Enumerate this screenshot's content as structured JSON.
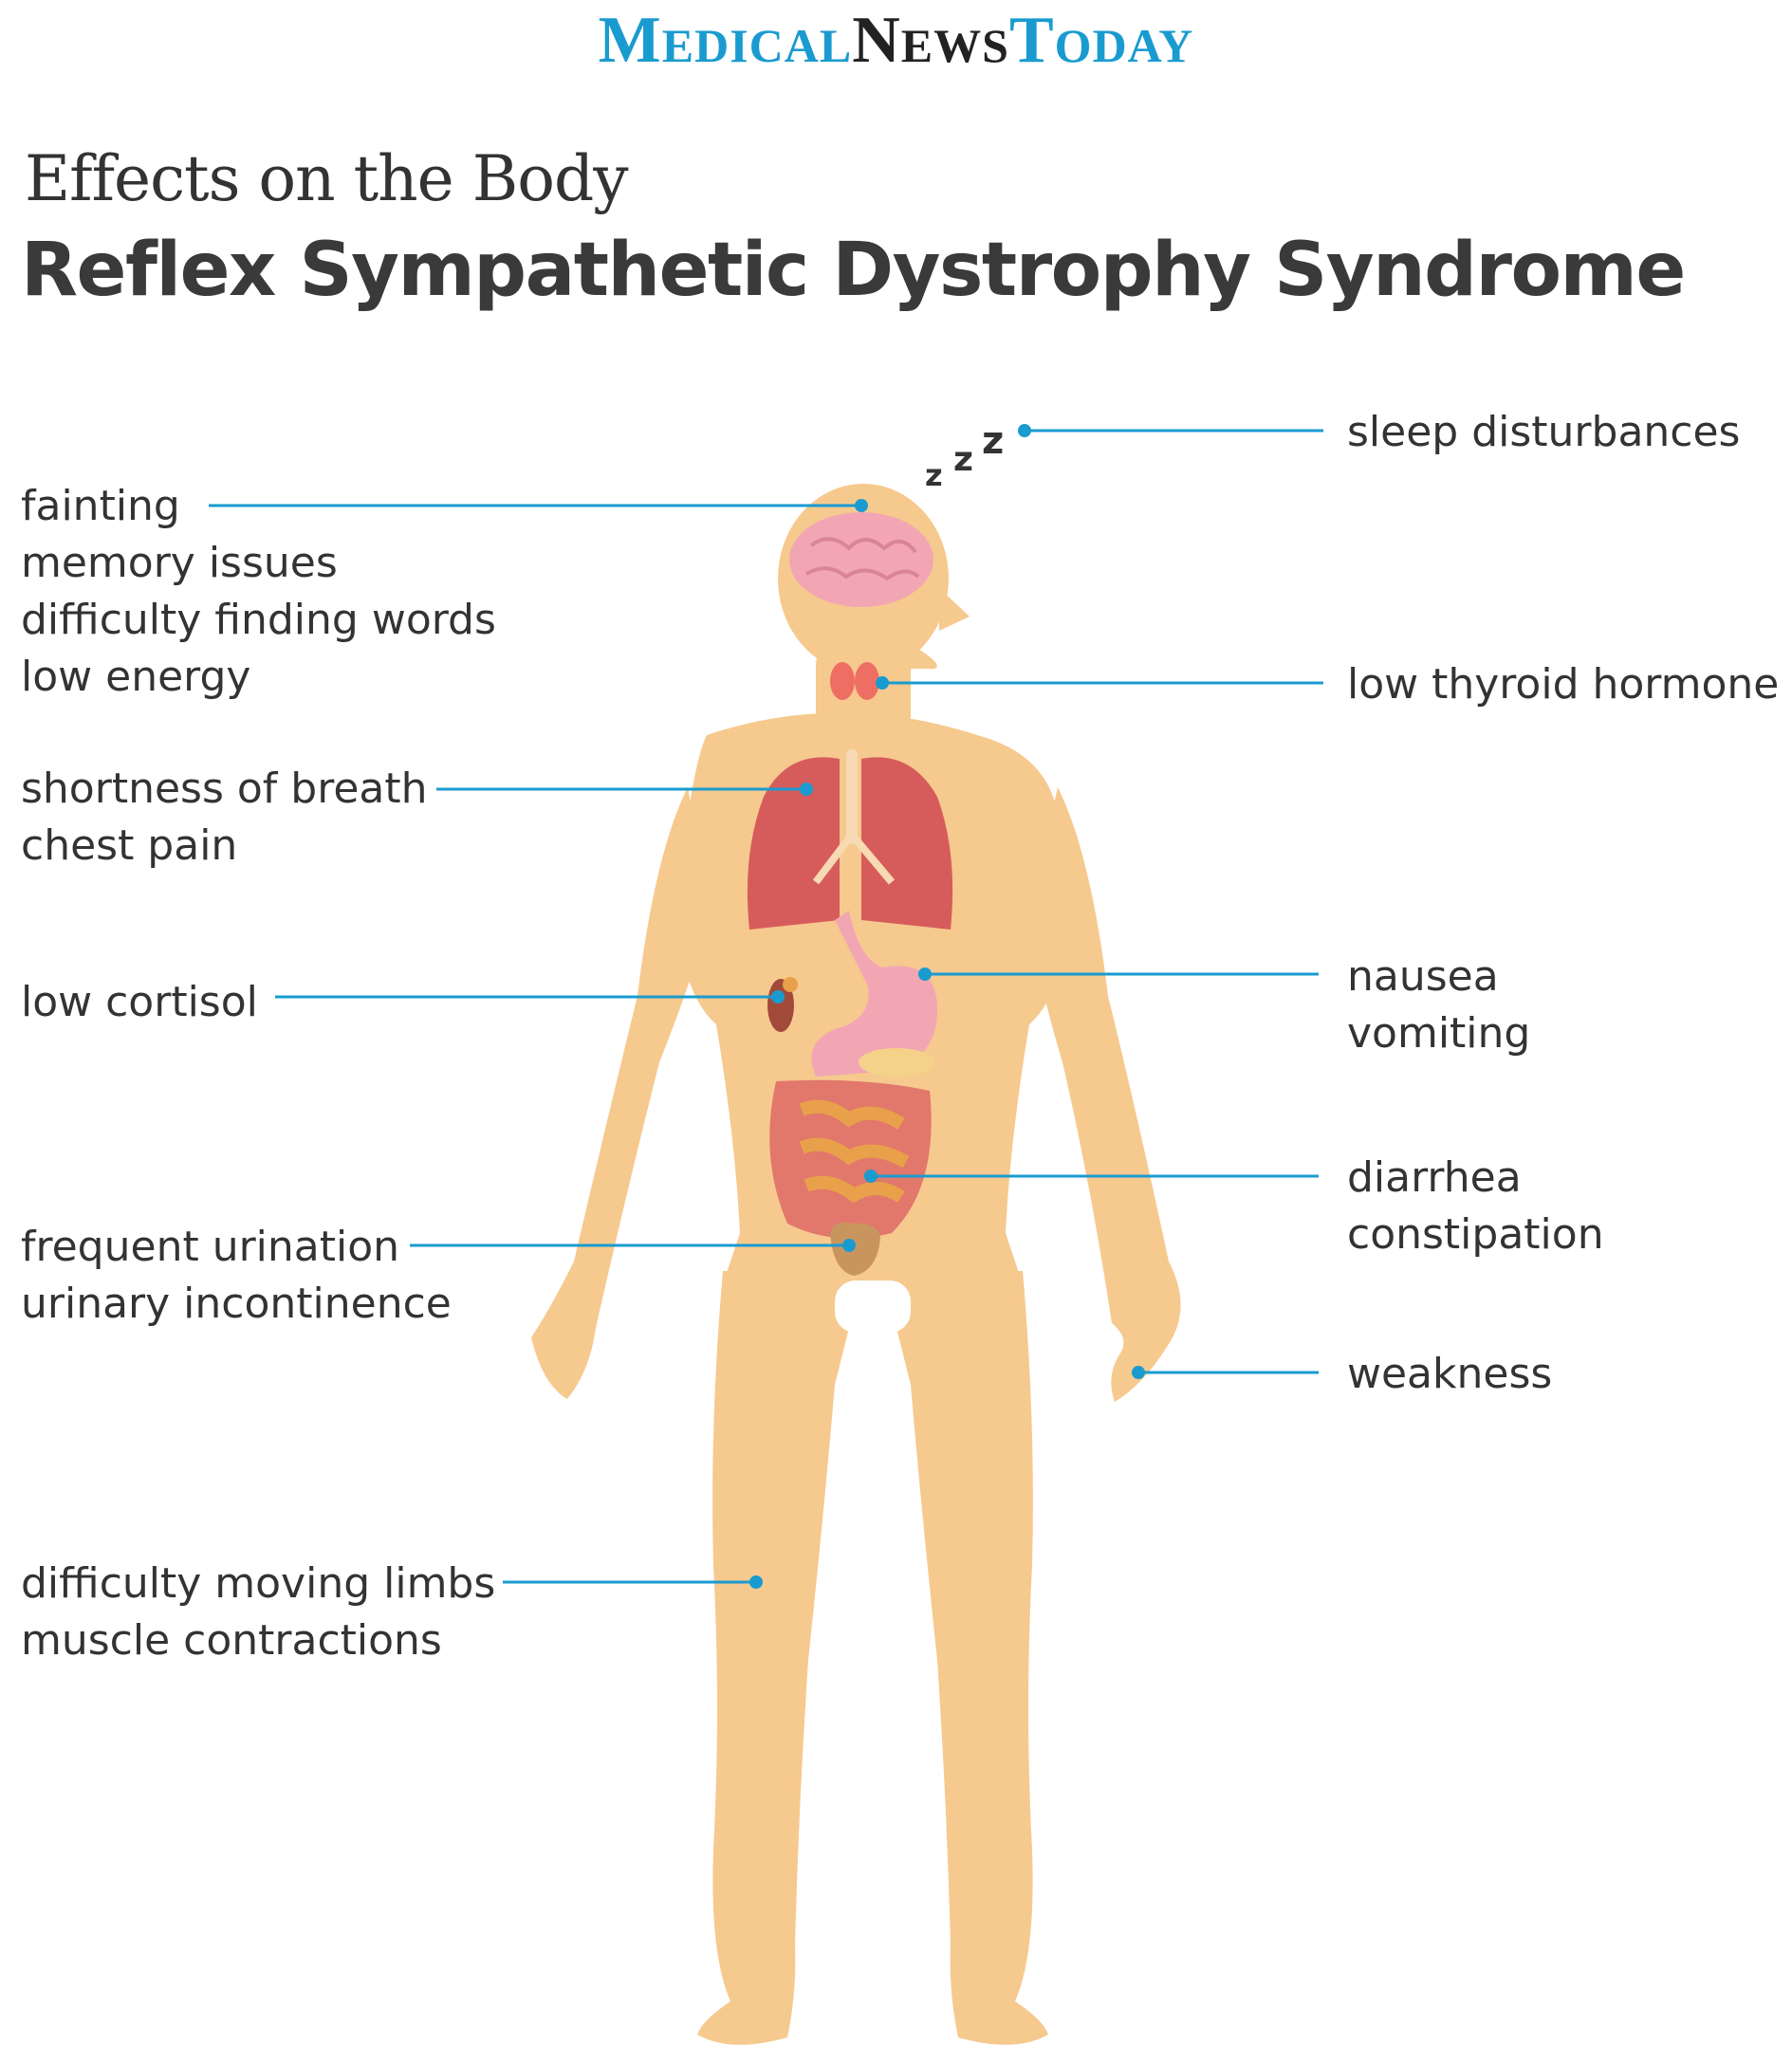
{
  "logo": {
    "part1": "MEDICAL",
    "part2": "NEWS",
    "part3": "TODAY"
  },
  "header": {
    "subtitle": "Effects on the Body",
    "title": "Reflex Sympathetic Dystrophy Syndrome"
  },
  "sleep_icon": "zzz",
  "colors": {
    "brand_blue": "#1a9bd0",
    "skin": "#f6c98e",
    "brain": "#f2a6b4",
    "lungs": "#d65c5c",
    "leader_line": "#1a9bd0"
  },
  "labels": {
    "sleep": [
      "sleep disturbances"
    ],
    "brain": [
      "fainting",
      "memory issues",
      "difficulty finding words",
      "low energy"
    ],
    "thyroid": [
      "low thyroid hormone"
    ],
    "lungs": [
      "shortness of breath",
      "chest pain"
    ],
    "adrenal": [
      "low cortisol"
    ],
    "stomach": [
      "nausea",
      "vomiting"
    ],
    "intestines": [
      "diarrhea",
      "constipation"
    ],
    "bladder": [
      "frequent urination",
      "urinary incontinence"
    ],
    "hand": [
      "weakness"
    ],
    "leg": [
      "difficulty moving limbs",
      "muscle contractions"
    ]
  }
}
